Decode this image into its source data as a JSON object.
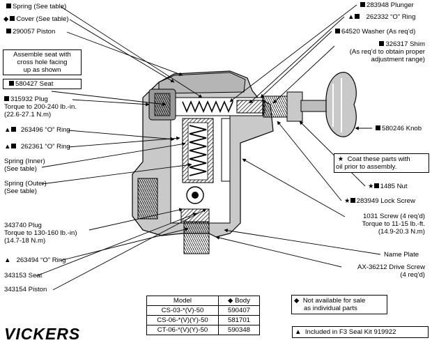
{
  "left_labels": {
    "spring": "Spring (See table)",
    "cover": "Cover (See table)",
    "piston_290057": "290057 Piston",
    "assemble_note": [
      "Assemble seat with",
      "cross hole facing",
      "up as shown"
    ],
    "seat_580427": "580427 Seat",
    "plug_315932": [
      "315932 Plug",
      "Torque to 200-240 lb.-in.",
      "(22.6-27.1 N.m)"
    ],
    "oring_263496": "263496 “O” Ring",
    "oring_262361": "262361 “O” Ring",
    "spring_inner": [
      "Spring (Inner)",
      "(See table)"
    ],
    "spring_outer": [
      "Spring (Outer)",
      "(See table)"
    ],
    "plug_343740": [
      "343740 Plug",
      "Torque to 130-160 lb.-in)",
      "(14.7-18 N.m)"
    ],
    "oring_263494": "263494 “O” Ring",
    "seat_343153": "343153 Seat",
    "piston_343154": "343154 Piston"
  },
  "right_labels": {
    "plunger_283948": "283948 Plunger",
    "oring_262332": "262332 “O” Ring",
    "washer_64520": "64520 Washer (As req’d)",
    "shim_326317": [
      "326317 Shim",
      "(As req’d to obtain proper",
      "adjustment range)"
    ],
    "knob_580246": "580246 Knob",
    "coat_note": [
      "Coat these parts with",
      "oil prior to assembly."
    ],
    "nut_1485": "1485 Nut",
    "lockscrew_283949": "283949 Lock Screw",
    "screw_1031": [
      "1031 Screw (4 req’d)",
      "Torque to 11-15 lb.-ft.",
      "(14.9-20.3  N.m)"
    ],
    "name_plate": "Name Plate",
    "drive_screw": [
      "AX-36212 Drive Screw",
      "(4 req’d)"
    ]
  },
  "symbols": {
    "square": "■",
    "diamond": "◆",
    "triangle": "▲",
    "star": "★"
  },
  "model_table": {
    "headers": [
      "Model",
      "◆ Body"
    ],
    "rows": [
      [
        "CS-03-*(V)-50",
        "590407"
      ],
      [
        "CS-06-*(V)(Y)-50",
        "581701"
      ],
      [
        "CT-06-*(V)(Y)-50",
        "590348"
      ]
    ]
  },
  "notes": {
    "not_available": [
      "Not available for sale",
      "as individual parts"
    ],
    "seal_kit": "Included in F3 Seal Kit 919922"
  },
  "logo": "VICKERS"
}
